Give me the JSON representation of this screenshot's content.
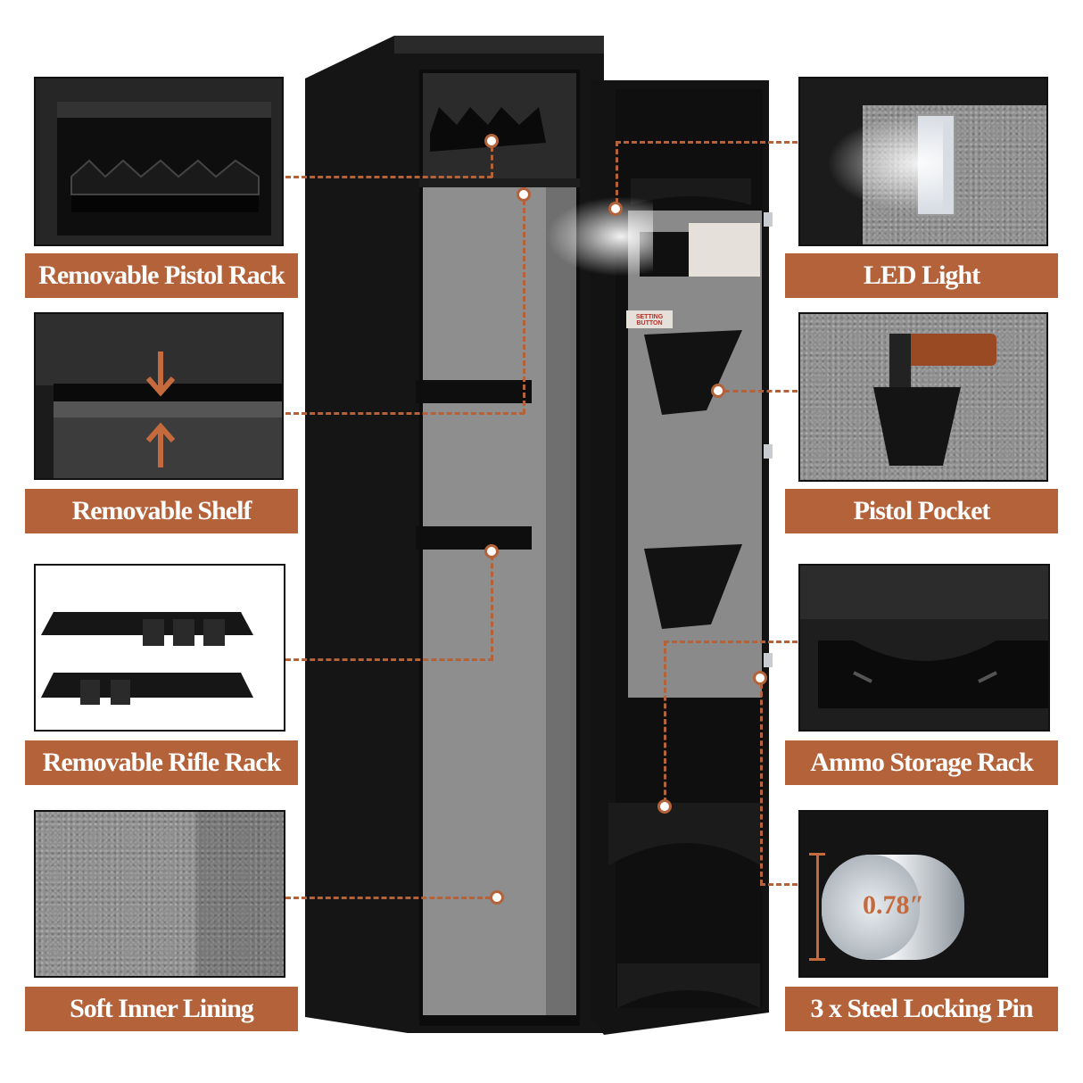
{
  "labels": {
    "pistol_rack": "Removable Pistol Rack",
    "shelf": "Removable Shelf",
    "rifle_rack": "Removable Rifle Rack",
    "lining": "Soft Inner Lining",
    "led": "LED Light",
    "pocket": "Pistol Pocket",
    "ammo": "Ammo Storage Rack",
    "pin": "3 x Steel Locking Pin"
  },
  "pin_size": "0.78″",
  "door_sticker": "SETTING BUTTON",
  "colors": {
    "label_bg": "#b3623a",
    "label_text": "#ffffff",
    "safe_body": "#121212",
    "felt": "#8e8e8e",
    "arrow": "#c46a3c"
  }
}
